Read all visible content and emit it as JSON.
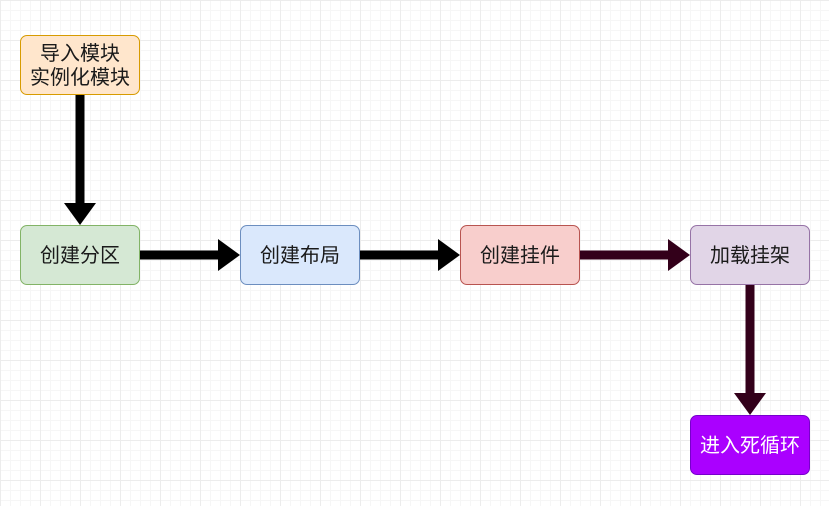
{
  "diagram": {
    "nodes": [
      {
        "id": "import",
        "lines": [
          "导入模块",
          "实例化模块"
        ],
        "fill": "#ffe6cc",
        "stroke": "#d79b00",
        "text_color": "#1a1a1a"
      },
      {
        "id": "partition",
        "lines": [
          "创建分区"
        ],
        "fill": "#d5e8d4",
        "stroke": "#82b366",
        "text_color": "#1a1a1a"
      },
      {
        "id": "layout",
        "lines": [
          "创建布局"
        ],
        "fill": "#dae8fc",
        "stroke": "#6c8ebf",
        "text_color": "#1a1a1a"
      },
      {
        "id": "widget",
        "lines": [
          "创建挂件"
        ],
        "fill": "#f8cecc",
        "stroke": "#b85450",
        "text_color": "#1a1a1a"
      },
      {
        "id": "mount",
        "lines": [
          "加载挂架"
        ],
        "fill": "#e1d5e7",
        "stroke": "#9673a6",
        "text_color": "#1a1a1a"
      },
      {
        "id": "loop",
        "lines": [
          "进入死循环"
        ],
        "fill": "#aa00ff",
        "stroke": "#7700cc",
        "text_color": "#ffffff"
      }
    ],
    "edges": [
      {
        "from": "import",
        "to": "partition",
        "color": "#000000"
      },
      {
        "from": "partition",
        "to": "layout",
        "color": "#000000"
      },
      {
        "from": "layout",
        "to": "widget",
        "color": "#000000"
      },
      {
        "from": "widget",
        "to": "mount",
        "color": "#33001a"
      },
      {
        "from": "mount",
        "to": "loop",
        "color": "#33001a"
      }
    ]
  }
}
